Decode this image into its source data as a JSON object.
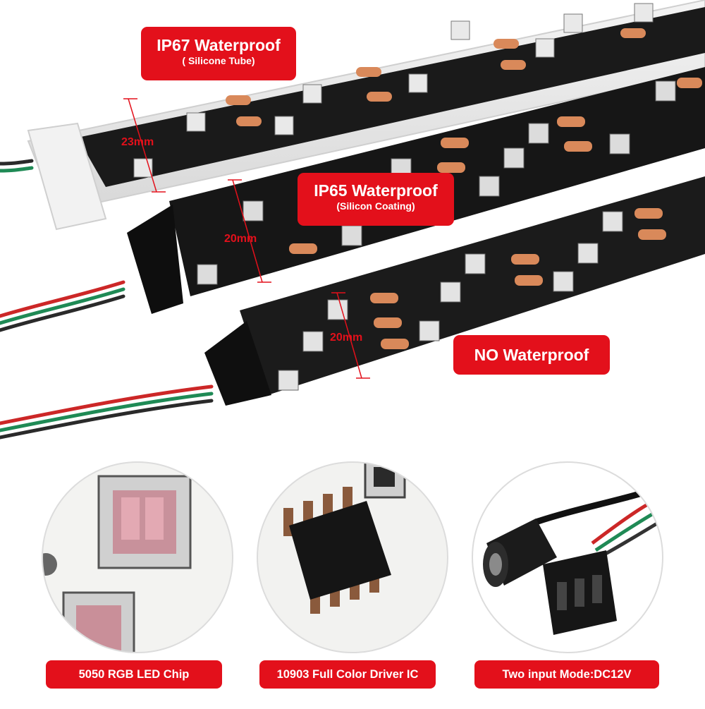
{
  "strips": {
    "ip67": {
      "title": "IP67 Waterproof",
      "subtitle": "( Silicone Tube)",
      "width_label": "23mm"
    },
    "ip65": {
      "title": "IP65 Waterproof",
      "subtitle": "(Silicon Coating)",
      "width_label": "20mm"
    },
    "bare": {
      "title": "NO Waterproof",
      "width_label": "20mm"
    }
  },
  "details": {
    "led_chip": "5050 RGB LED Chip",
    "driver_ic": "10903 Full Color Driver IC",
    "input_mode": "Two input Mode:DC12V"
  },
  "colors": {
    "label_red": "#e3101b",
    "pcb_black": "#141414",
    "pad_copper": "#d9895a"
  }
}
